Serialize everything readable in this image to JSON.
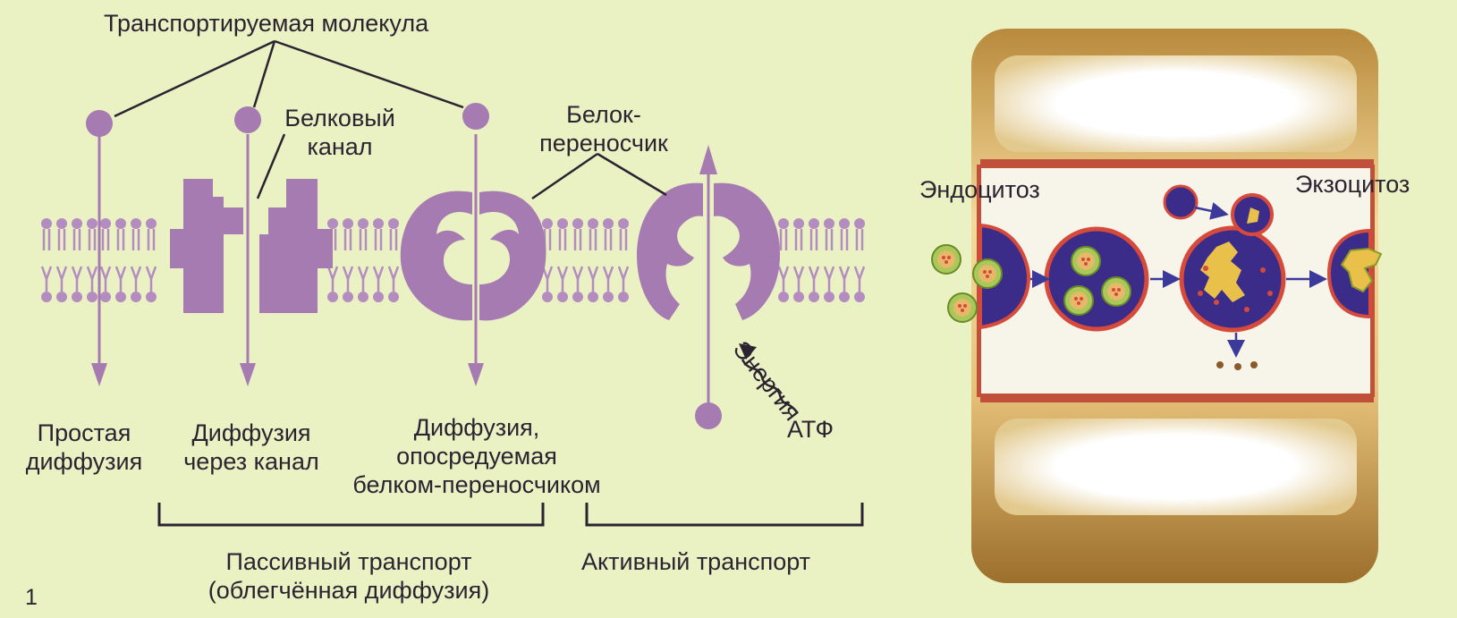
{
  "labels": {
    "transported_molecule": "Транспортируемая молекула",
    "protein_channel_line1": "Белковый",
    "protein_channel_line2": "канал",
    "carrier_protein_line1": "Белок-",
    "carrier_protein_line2": "переносчик",
    "simple_diffusion_line1": "Простая",
    "simple_diffusion_line2": "диффузия",
    "channel_diffusion_line1": "Диффузия",
    "channel_diffusion_line2": "через канал",
    "carrier_diffusion_line1": "Диффузия,",
    "carrier_diffusion_line2": "опосредуемая",
    "carrier_diffusion_line3": "белком-переносчиком",
    "energy": "Энергия",
    "atp": "АТФ",
    "passive_line1": "Пассивный транспорт",
    "passive_line2": "(облегчённая диффузия)",
    "active": "Активный транспорт",
    "endocytosis": "Эндоцитоз",
    "exocytosis": "Экзоцитоз",
    "figure_number": "1"
  },
  "colors": {
    "background": "#eaf2c4",
    "purple": "#a57bb2",
    "purple_dark": "#8e6a9c",
    "lipid": "#b48cc0",
    "cell_wall": "#c99a4e",
    "cell_wall_light": "#f3d9a0",
    "vesicle_blue": "#3b2c8a",
    "vesicle_rim": "#d64a3c",
    "cargo_yellow": "#e9c04a",
    "bead_green": "#a8c95a",
    "text": "#2b2430"
  }
}
